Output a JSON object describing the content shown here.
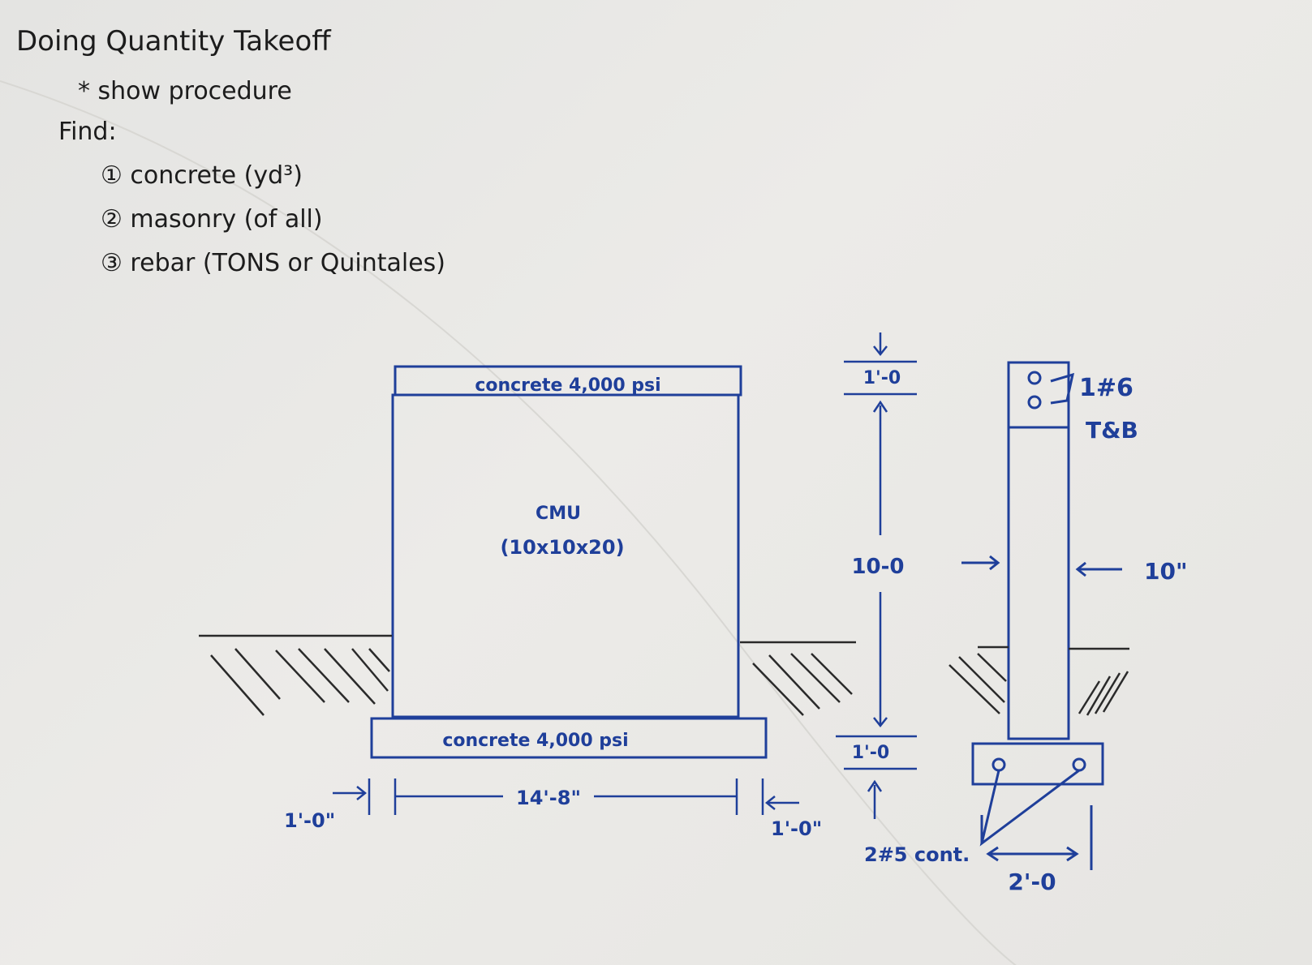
{
  "notes": {
    "title": "Doing Quantity Takeoff",
    "subtitle": "* show procedure",
    "find_label": "Find:",
    "items": [
      "① concrete (yd³)",
      "② masonry (of all)",
      "③ rebar (TONS or Quintales)"
    ]
  },
  "elevation": {
    "top_cap_label": "concrete 4,000 psi",
    "wall_label": "CMU",
    "wall_size": "(10x10x20)",
    "footing_label": "concrete 4,000 psi",
    "length_dim": "14'-8\"",
    "left_overhang": "1'-0\"",
    "right_overhang": "1'-0\""
  },
  "vertical_dims": {
    "top": "1'-0",
    "middle": "10-0",
    "bottom": "1'-0"
  },
  "section": {
    "top_bars": "1#6",
    "top_bars_note": "T&B",
    "wall_thickness": "10\"",
    "footing_bars": "2#5 cont.",
    "footing_width": "2'-0"
  },
  "colors": {
    "ink_blue": "#1f3f9a",
    "ink_black": "#1c1c1c",
    "paper": "#e9e8e5"
  }
}
